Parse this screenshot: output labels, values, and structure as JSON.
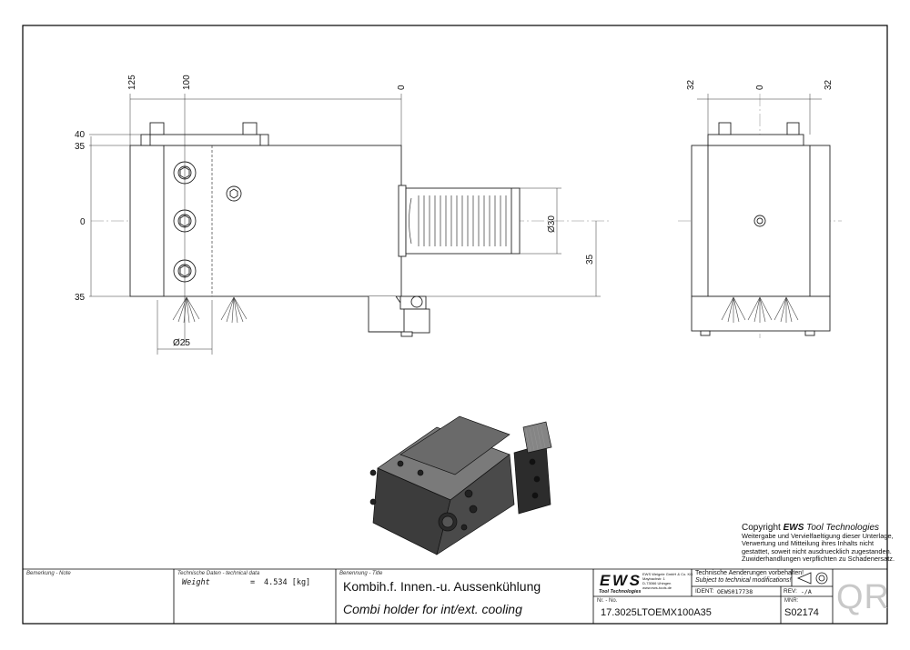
{
  "dimensions": {
    "top_left_125": "125",
    "top_left_100": "100",
    "top_zero": "0",
    "left_40": "40",
    "left_35_top": "35",
    "left_zero": "0",
    "left_35_bottom": "35",
    "dia_30": "Ø30",
    "right_35": "35",
    "dia_25": "Ø25",
    "side_32_left": "32",
    "side_zero": "0",
    "side_32_right": "32"
  },
  "copyright": {
    "prefix": "Copyright",
    "brand": "EWS",
    "suffix": "Tool Technologies",
    "lines": [
      "Weitergabe und Vervielfaeltigung dieser Unterlage,",
      "Verwertung und Mitteilung ihres Inhalts nicht",
      "gestattet, soweit nicht ausdruecklich zugestanden.",
      "Zuwiderhandlungen verpflichten zu Schadenersatz."
    ]
  },
  "title_block": {
    "note_label": "Bemerkung - Note",
    "tech_label": "Technische Daten - technical data",
    "weight_label": "Weight",
    "weight_eq": "=",
    "weight_value": "4.534 [kg]",
    "title_label": "Benennung - Title",
    "title_de": "Kombih.f. Innen.-u. Aussenkühlung",
    "title_en": "Combi holder for int/ext. cooling",
    "logo_text": "EWS",
    "logo_sub": "Tool Technologies",
    "company_lines": [
      "EWS Weigele GmbH & Co. KG",
      "Maybachstr. 1",
      "D-73066 Uhingen",
      "www.ews-tools.de"
    ],
    "nr_label": "Nr. - No.",
    "part_number": "17.3025LTOEMX100A35",
    "changes_de": "Technische Aenderungen vorbehalten!",
    "changes_en": "Subject to technical modifications!",
    "ident_label": "IDENT:",
    "ident_value": "OEWS017738",
    "rev_label": "REV:",
    "rev_value": "-/A",
    "mnr_label": "MNR:",
    "mnr_value": "S02174",
    "qr_text": "QR"
  }
}
